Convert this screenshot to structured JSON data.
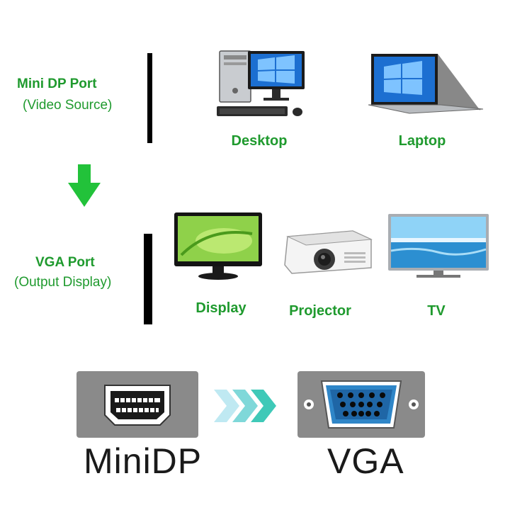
{
  "source": {
    "title": "Mini DP Port",
    "subtitle": "(Video Source)",
    "devices": [
      {
        "label": "Desktop",
        "icon": "desktop-computer-icon"
      },
      {
        "label": "Laptop",
        "icon": "laptop-icon"
      }
    ]
  },
  "output": {
    "title": "VGA Port",
    "subtitle": "(Output Display)",
    "devices": [
      {
        "label": "Display",
        "icon": "monitor-icon"
      },
      {
        "label": "Projector",
        "icon": "projector-icon"
      },
      {
        "label": "TV",
        "icon": "tv-icon"
      }
    ]
  },
  "connectors": {
    "from": "MiniDP",
    "to": "VGA"
  },
  "colors": {
    "label_green": "#1f9a2e",
    "arrow_green": "#22c23a",
    "connector_gray": "#8a8a8a",
    "vga_blue": "#2f86c8",
    "chevron_teal": "#3fc9b8"
  }
}
